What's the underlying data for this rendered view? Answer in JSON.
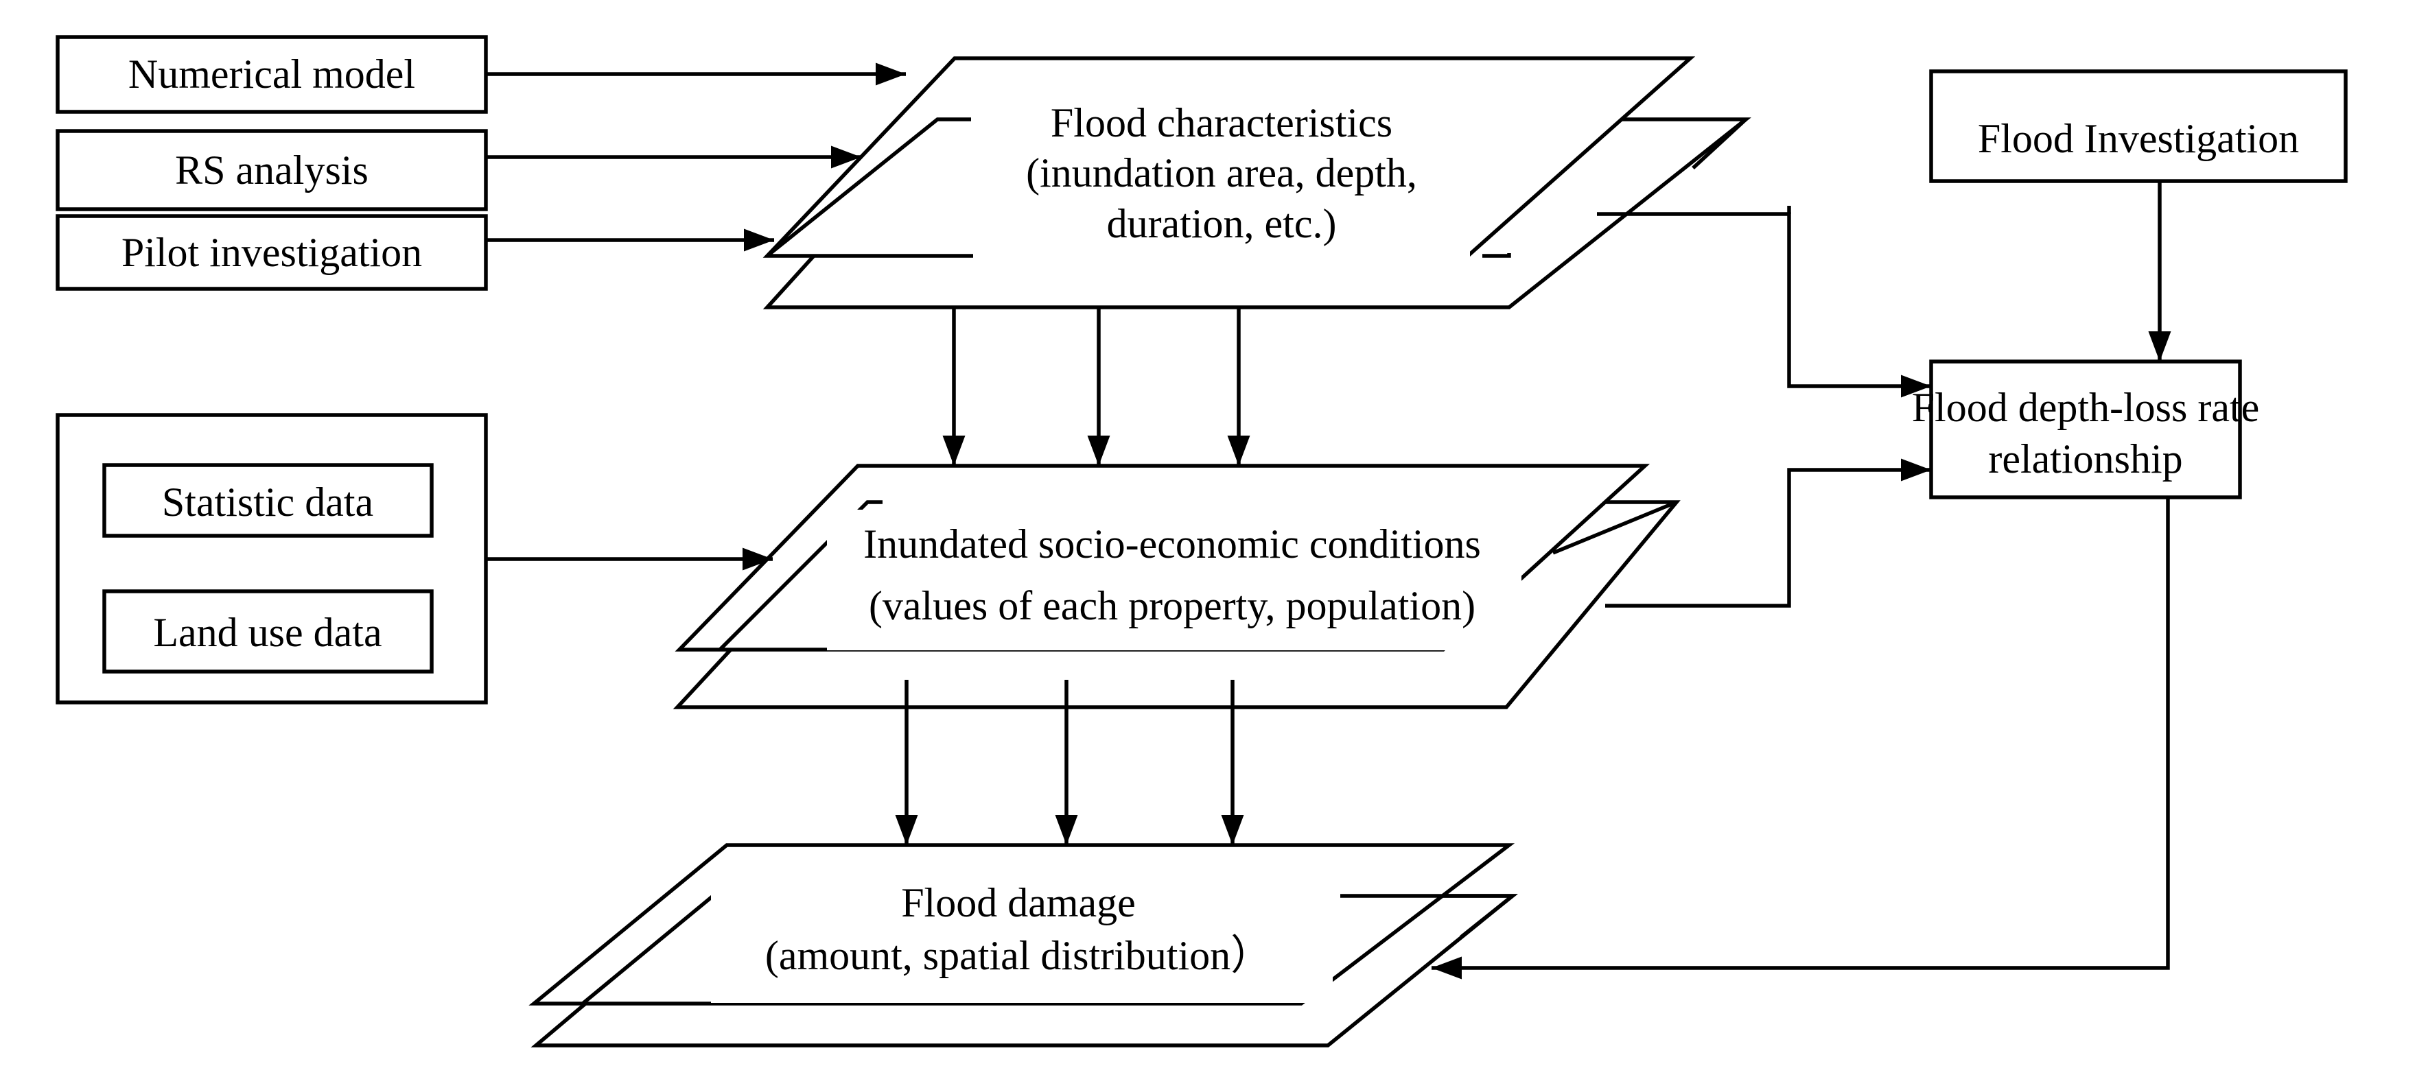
{
  "inputs": {
    "numerical_model": "Numerical model",
    "rs_analysis": "RS analysis",
    "pilot_investigation": "Pilot investigation",
    "statistic_data": "Statistic data",
    "land_use_data": "Land use data",
    "flood_investigation": "Flood Investigation"
  },
  "relationship": {
    "line1": "Flood depth-loss rate",
    "line2": "relationship"
  },
  "layers": {
    "flood_characteristics": {
      "line1": "Flood characteristics",
      "line2": "(inundation area, depth,",
      "line3": "duration, etc.)"
    },
    "socio_economic": {
      "line1": "Inundated socio-economic conditions",
      "line2": "(values of each property, population)"
    },
    "flood_damage": {
      "line1": "Flood damage",
      "line2": "(amount, spatial distribution）"
    }
  }
}
